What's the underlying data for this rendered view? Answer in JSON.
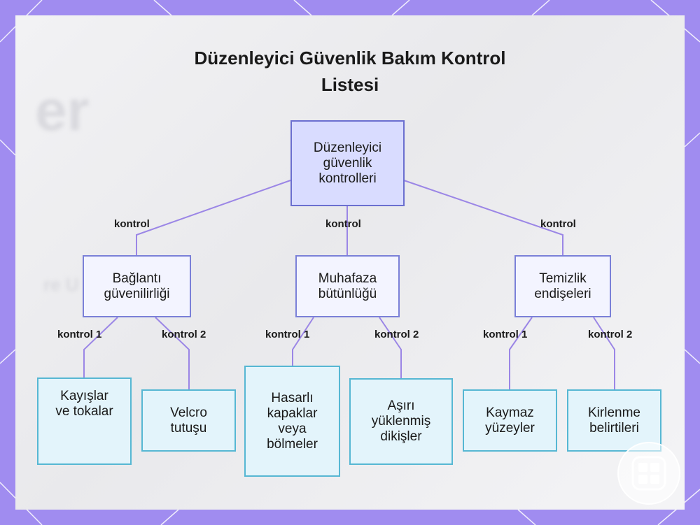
{
  "title": {
    "line1": "Düzenleyici Güvenlik Bakım Kontrol",
    "line2": "Listesi"
  },
  "root": {
    "lines": [
      "Düzenleyici",
      "güvenlik",
      "kontrolleri"
    ]
  },
  "branches": [
    {
      "edge_label": "kontrol",
      "lines": [
        "Bağlantı",
        "güvenilirliği"
      ],
      "children": [
        {
          "edge_label": "kontrol 1",
          "lines": [
            "Kayışlar",
            "ve tokalar"
          ]
        },
        {
          "edge_label": "kontrol 2",
          "lines": [
            "Velcro",
            "tutuşu"
          ]
        }
      ]
    },
    {
      "edge_label": "kontrol",
      "lines": [
        "Muhafaza",
        "bütünlüğü"
      ],
      "children": [
        {
          "edge_label": "kontrol 1",
          "lines": [
            "Hasarlı",
            "kapaklar",
            "veya",
            "bölmeler"
          ]
        },
        {
          "edge_label": "kontrol 2",
          "lines": [
            "Aşırı",
            "yüklenmiş",
            "dikişler"
          ]
        }
      ]
    },
    {
      "edge_label": "kontrol",
      "lines": [
        "Temizlik",
        "endişeleri"
      ],
      "children": [
        {
          "edge_label": "kontrol 1",
          "lines": [
            "Kaymaz",
            "yüzeyler"
          ]
        },
        {
          "edge_label": "kontrol 2",
          "lines": [
            "Kirlenme",
            "belirtileri"
          ]
        }
      ]
    }
  ],
  "colors": {
    "frame": "#a08cf0",
    "edge": "#9b86e6",
    "root_fill": "#d9dcff",
    "mid_fill": "#f3f4ff",
    "leaf_fill": "#e3f4fb",
    "leaf_border": "#56b7d3"
  },
  "icons": {
    "logo": "grid-logo-icon"
  }
}
